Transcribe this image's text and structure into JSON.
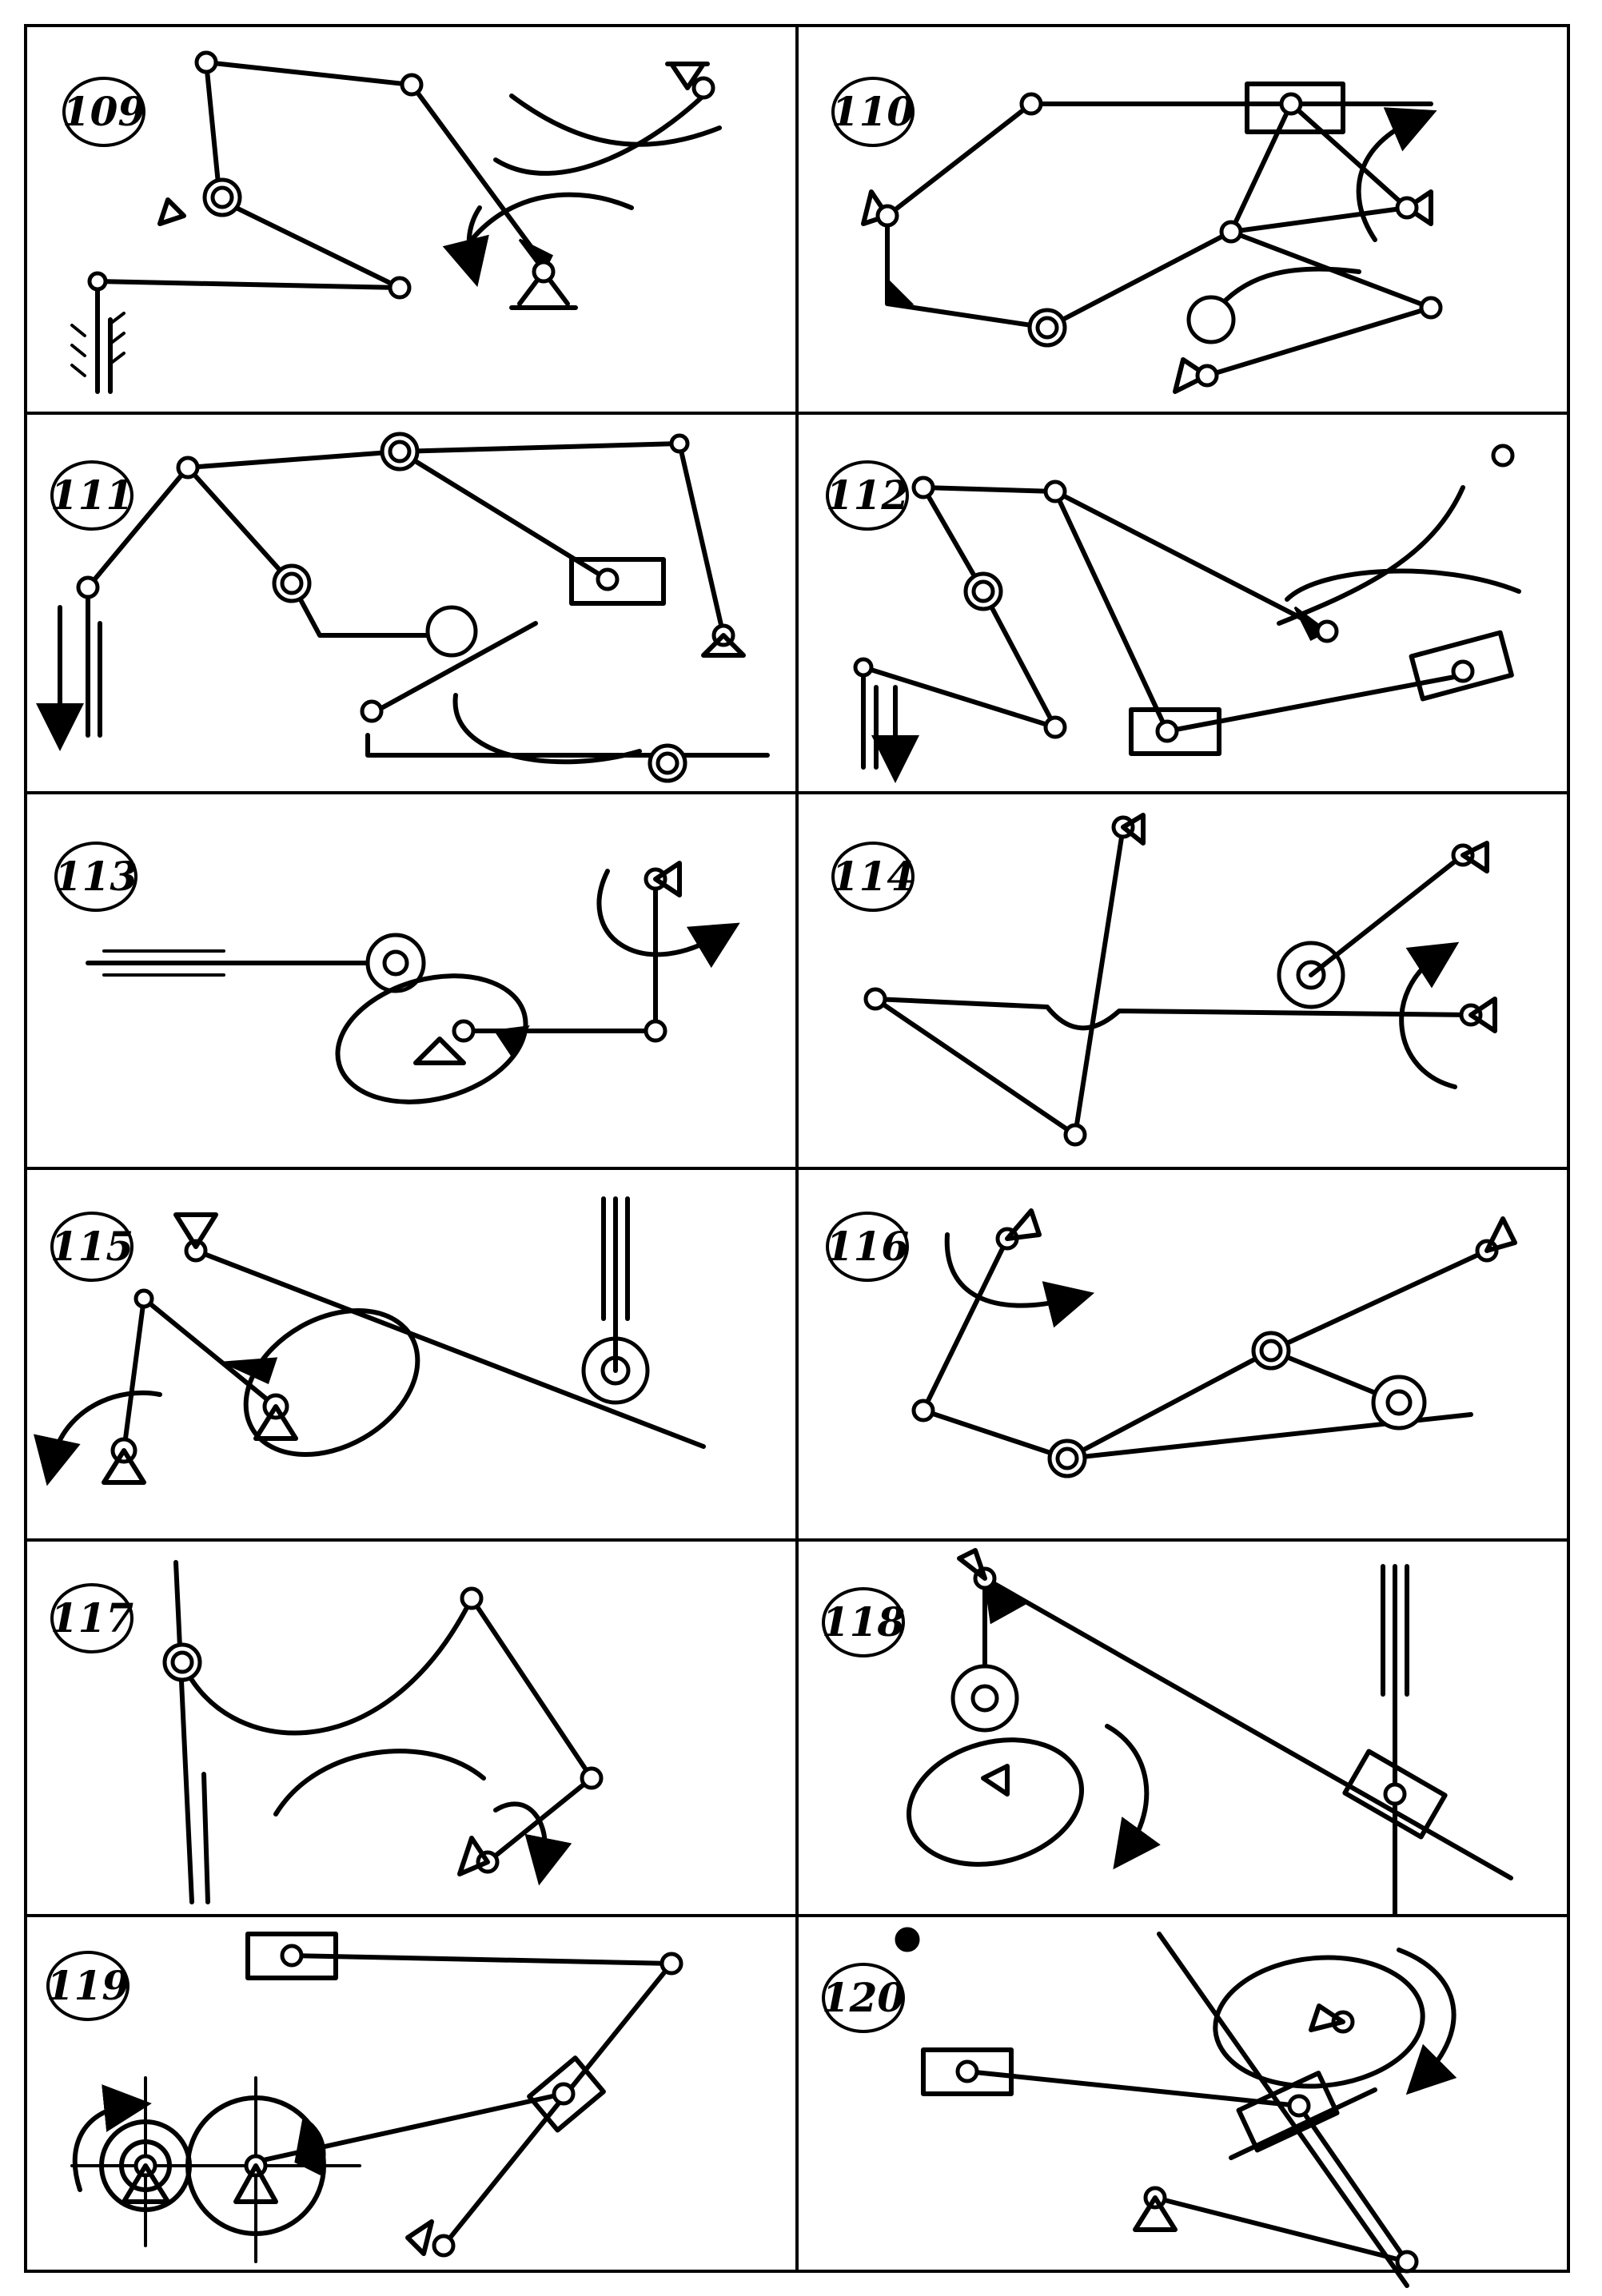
{
  "sheet": {
    "background": "#ffffff",
    "ink": "#000000",
    "mechanisms": [
      {
        "label": "109"
      },
      {
        "label": "110"
      },
      {
        "label": "111"
      },
      {
        "label": "112"
      },
      {
        "label": "113"
      },
      {
        "label": "114"
      },
      {
        "label": "115"
      },
      {
        "label": "116"
      },
      {
        "label": "117"
      },
      {
        "label": "118"
      },
      {
        "label": "119"
      },
      {
        "label": "120"
      }
    ]
  }
}
